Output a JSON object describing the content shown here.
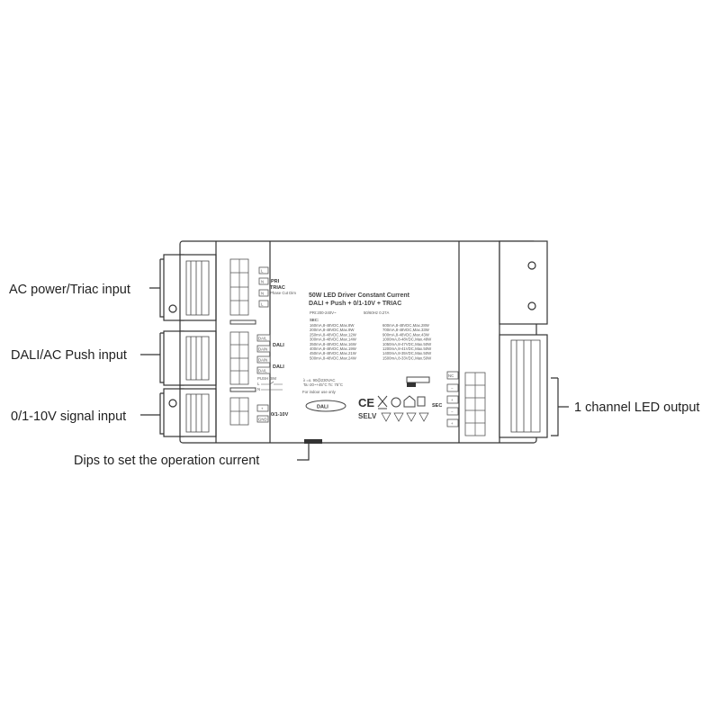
{
  "callouts": {
    "ac_power": "AC power/Triac input",
    "dali_push": "DALI/AC Push input",
    "dimming": "0/1-10V signal input",
    "dips": "Dips to set the operation current",
    "led_output": "1 channel LED output"
  },
  "label": {
    "title1": "50W LED Driver Constant Current",
    "title2": "DALI + Push + 0/1-10V + TRIAC",
    "pri": "PRI:200-240V~",
    "freq": "50/60Hz  0.27A",
    "sec": "SEC:",
    "sec_left": [
      "160mA,8-48VDC,Max.8W",
      "200mA,8-48VDC,Max.9W",
      "250mA,8-48VDC,Max.12W",
      "300mA,8-48VDC,Max.14W",
      "350mA,8-48VDC,Max.16W",
      "400mA,8-48VDC,Max.19W",
      "450mA,8-48VDC,Max.21W",
      "500mA,8-48VDC,Max.24W"
    ],
    "sec_right": [
      "600mA,8-48VDC,Max.28W",
      "700mA,8-48VDC,Max.33W",
      "900mA,8-48VDC,Max.43W",
      "1000mA,8-48VDC,Max.48W",
      "1050mA,8-47VDC,Max.50W",
      "1200mA,8-41VDC,Max.50W",
      "1400mA,8-35VDC,Max.50W",
      "1500mA,8-33VDC,Max.50W"
    ],
    "small1": "λ =o. 90@230VAC",
    "small2": "Ta:-20~+45°C    Tc: 75°C",
    "indoor": "For indoor use only",
    "dali_logo": "DALI",
    "ce": "CE",
    "selv": "SELV",
    "sec_tag": "SEC"
  },
  "terminals_left": {
    "pri": [
      "L",
      "N",
      "N",
      "L"
    ],
    "pri_label": "PRI",
    "triac_label": "TRIAC",
    "phase_label": "Phase Cut Dim",
    "dali": [
      "DA/L",
      "DA/N",
      "DA/N",
      "DA/L"
    ],
    "dali_label": "DALI",
    "push_label": "PUSH DIM",
    "push_l": "L",
    "push_n": "N",
    "dim": [
      "+",
      "GND"
    ],
    "dim_label": "0/1-10V"
  },
  "terminals_right": [
    "NC",
    "−",
    "+",
    "−",
    "+"
  ]
}
